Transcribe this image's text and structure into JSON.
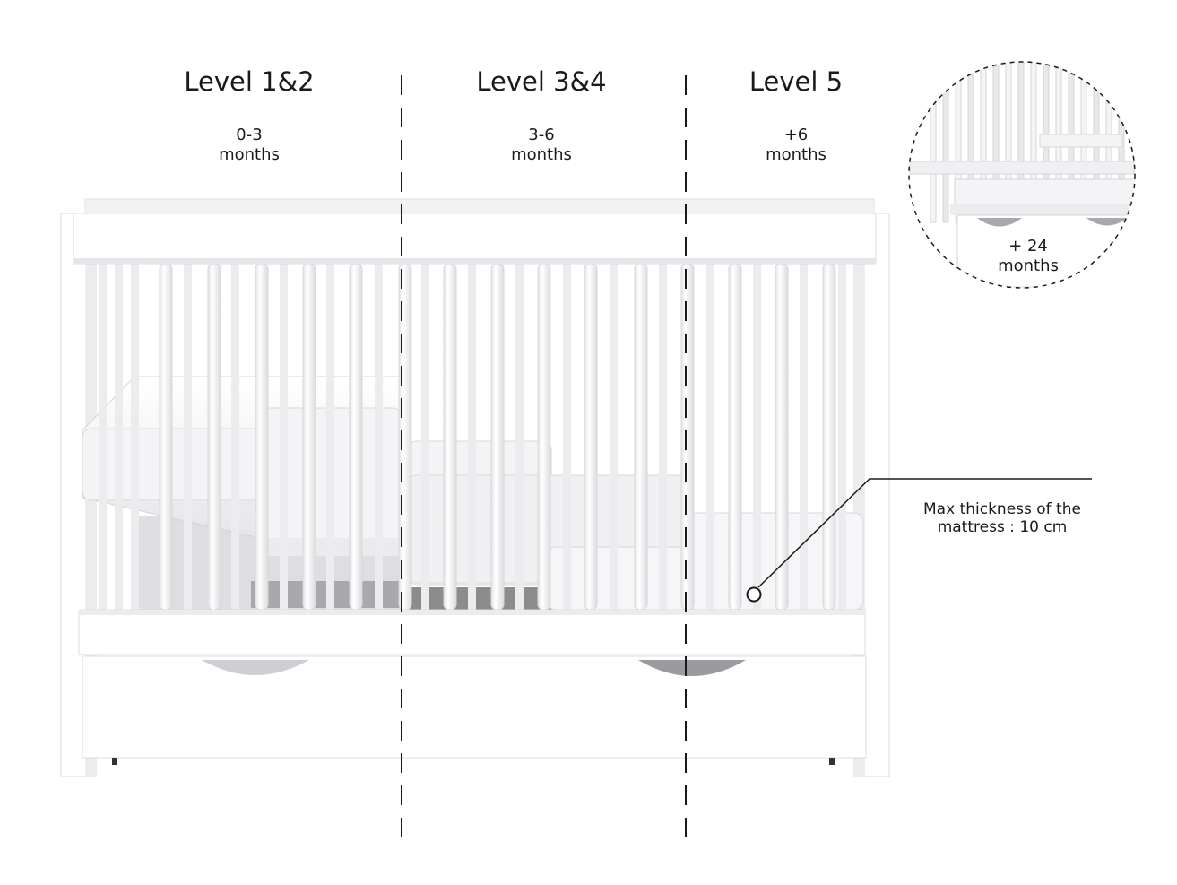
{
  "levels": [
    {
      "title": "Level 1&2",
      "age_line1": "0-3",
      "age_line2": "months"
    },
    {
      "title": "Level 3&4",
      "age_line1": "3-6",
      "age_line2": "months"
    },
    {
      "title": "Level 5",
      "age_line1": "+6",
      "age_line2": "months"
    }
  ],
  "inset": {
    "age_line1": "+ 24",
    "age_line2": "months"
  },
  "callout": {
    "line1": "Max thickness of the",
    "line2": "mattress : 10 cm"
  },
  "colors": {
    "crib": "#ffffff",
    "shadow": "#d9d9dc",
    "line": "#1a1a1a",
    "gap": "#8c8c8c"
  }
}
